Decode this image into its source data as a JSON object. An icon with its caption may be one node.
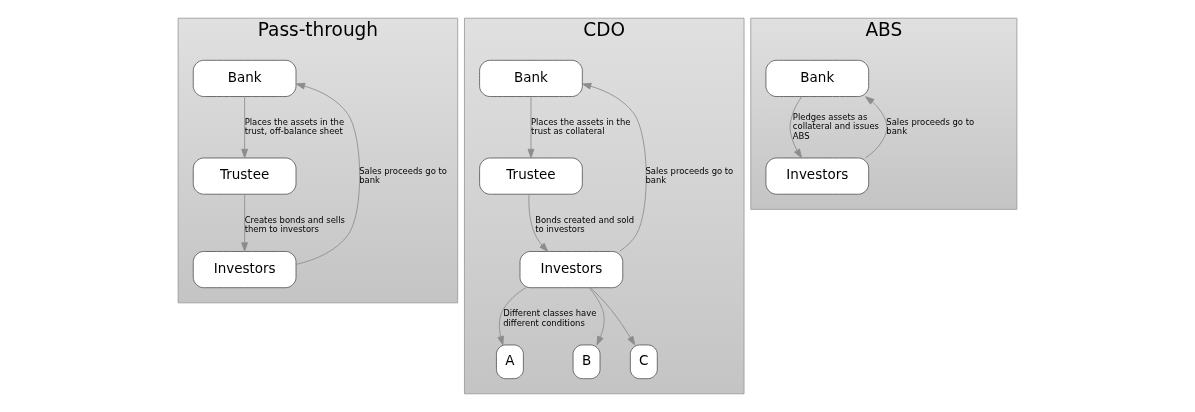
{
  "diagram": {
    "nodes": [
      {
        "text": [
          "Pass-through"
        ]
      },
      {
        "text": [
          "Bank"
        ],
        "in": 0
      },
      {
        "text": [
          "Trustee"
        ],
        "in": 0
      },
      {
        "text": [
          "Investors"
        ],
        "in": 0
      },
      {
        "text": [
          "CDO"
        ]
      },
      {
        "text": [
          "Bank"
        ],
        "in": 4
      },
      {
        "text": [
          "Trustee"
        ],
        "in": 4
      },
      {
        "text": [
          "Investors"
        ],
        "in": 4
      },
      {
        "text": [
          "A"
        ],
        "in": 4
      },
      {
        "text": [
          "B"
        ],
        "in": 4
      },
      {
        "text": [
          "C"
        ],
        "in": 4
      },
      {
        "text": [
          "ABS"
        ]
      },
      {
        "text": [
          "Bank"
        ],
        "in": 11
      },
      {
        "text": [
          "Investors"
        ],
        "in": 11
      }
    ],
    "edges": [
      {
        "from": 1,
        "to": 2,
        "arrow": "to",
        "label": "Places the assets in the trust, off-balance sheet"
      },
      {
        "from": 2,
        "to": 3,
        "arrow": "to",
        "label": "Creates bonds and sells them to investors"
      },
      {
        "from": 3,
        "to": 1,
        "arrow": "to",
        "label": "Sales proceeds go to bank"
      },
      {
        "from": 5,
        "to": 6,
        "arrow": "to",
        "label": "Places the assets in the trust as collateral"
      },
      {
        "from": 6,
        "to": 7,
        "arrow": "to",
        "label": "Bonds created and sold to investors"
      },
      {
        "from": 7,
        "to": 5,
        "arrow": "to",
        "label": "Sales proceeds go to bank"
      },
      {
        "from": 7,
        "to": 8,
        "arrow": "to",
        "label": "Different classes have different conditions"
      },
      {
        "from": 7,
        "to": 9,
        "arrow": "to"
      },
      {
        "from": 7,
        "to": 10,
        "arrow": "to"
      },
      {
        "from": 12,
        "to": 13,
        "arrow": "to",
        "label": "Pledges assets as collateral and issues ABS"
      },
      {
        "from": 13,
        "to": 12,
        "arrow": "to",
        "label": "Sales proceeds go to bank"
      }
    ]
  }
}
